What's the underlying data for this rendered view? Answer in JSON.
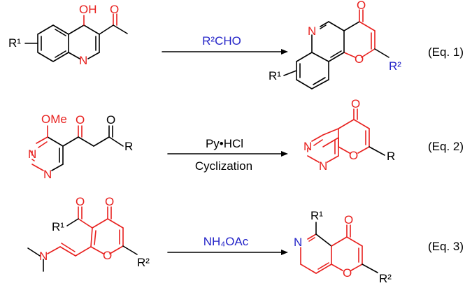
{
  "colors": {
    "black": "#000000",
    "red": "#e8201e",
    "blue": "#2424c8"
  },
  "equations": [
    {
      "reagent_top": "R²CHO",
      "reagent_bottom": "",
      "tag": "(Eq. 1)"
    },
    {
      "reagent_top": "Py•HCl",
      "reagent_bottom": "Cyclization",
      "tag": "(Eq. 2)"
    },
    {
      "reagent_top": "NH₄OAc",
      "reagent_bottom": "",
      "tag": "(Eq. 3)"
    }
  ],
  "atoms": {
    "O": "O",
    "OH": "OH",
    "N": "N",
    "OMe": "OMe",
    "R": "R",
    "R1": "R¹",
    "R2": "R²"
  }
}
